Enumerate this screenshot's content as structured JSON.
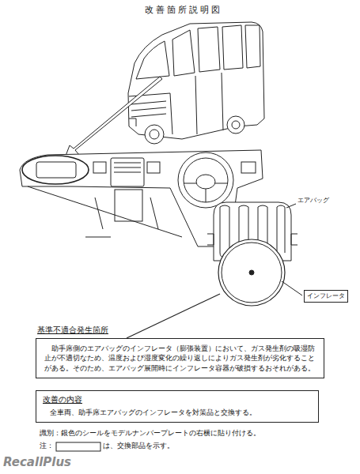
{
  "diagram": {
    "title": "改善箇所説明図",
    "nodes": [
      {
        "text": [
          "インフレータ"
        ]
      },
      {
        "text": [
          "基準不適合発生箇所",
          "助手席側のエアバッグのインフレータ（膨張装置）において、ガス発生剤の吸湿防止が不適切なため、温度および湿度変化の繰り返しによりガス発生剤が劣化することがある。そのため、エアバッグ展開時にインフレータ容器が破損するおそれがある。"
        ]
      },
      {
        "text": [
          "改善の内容",
          "全車両、助手席エアバッグのインフレータを対策品と交換する。"
        ]
      }
    ],
    "labels": [
      "エアバッグ",
      "識別：銀色のシールをモデルナンバープレートの右横に貼り付ける。",
      "注：",
      "は、交換部品を示す。",
      "RecallPlus"
    ]
  }
}
